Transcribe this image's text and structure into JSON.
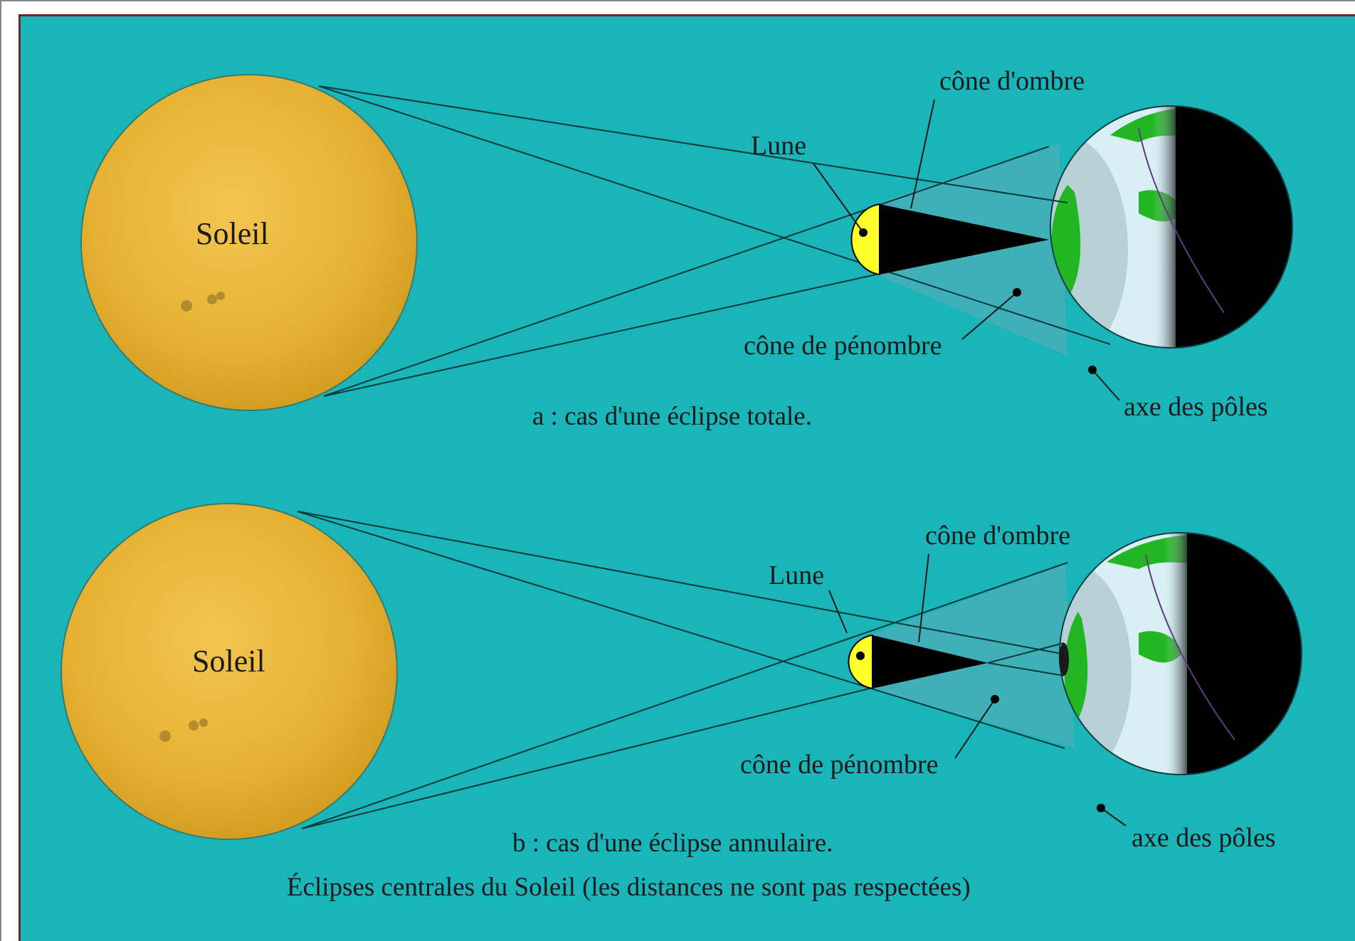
{
  "panel_a": {
    "sun_label": "Soleil",
    "moon_label": "Lune",
    "umbra_label": "cône d'ombre",
    "penumbra_label": "cône de pénombre",
    "axis_label": "axe des pôles",
    "caption": "a : cas d'une éclipse totale."
  },
  "panel_b": {
    "sun_label": "Soleil",
    "moon_label": "Lune",
    "umbra_label": "cône d'ombre",
    "penumbra_label": "cône de pénombre",
    "axis_label": "axe des pôles",
    "caption": "b : cas d'une éclipse annulaire."
  },
  "figure_caption": "Éclipses centrales du Soleil (les distances ne sont pas respectées)",
  "colors": {
    "background": "#1ab5b9",
    "sun": "#e7b43a",
    "moon_lit": "#ffff2a",
    "shadow": "#000000",
    "earth_ocean": "#d9eef5",
    "earth_land": "#22b722"
  }
}
